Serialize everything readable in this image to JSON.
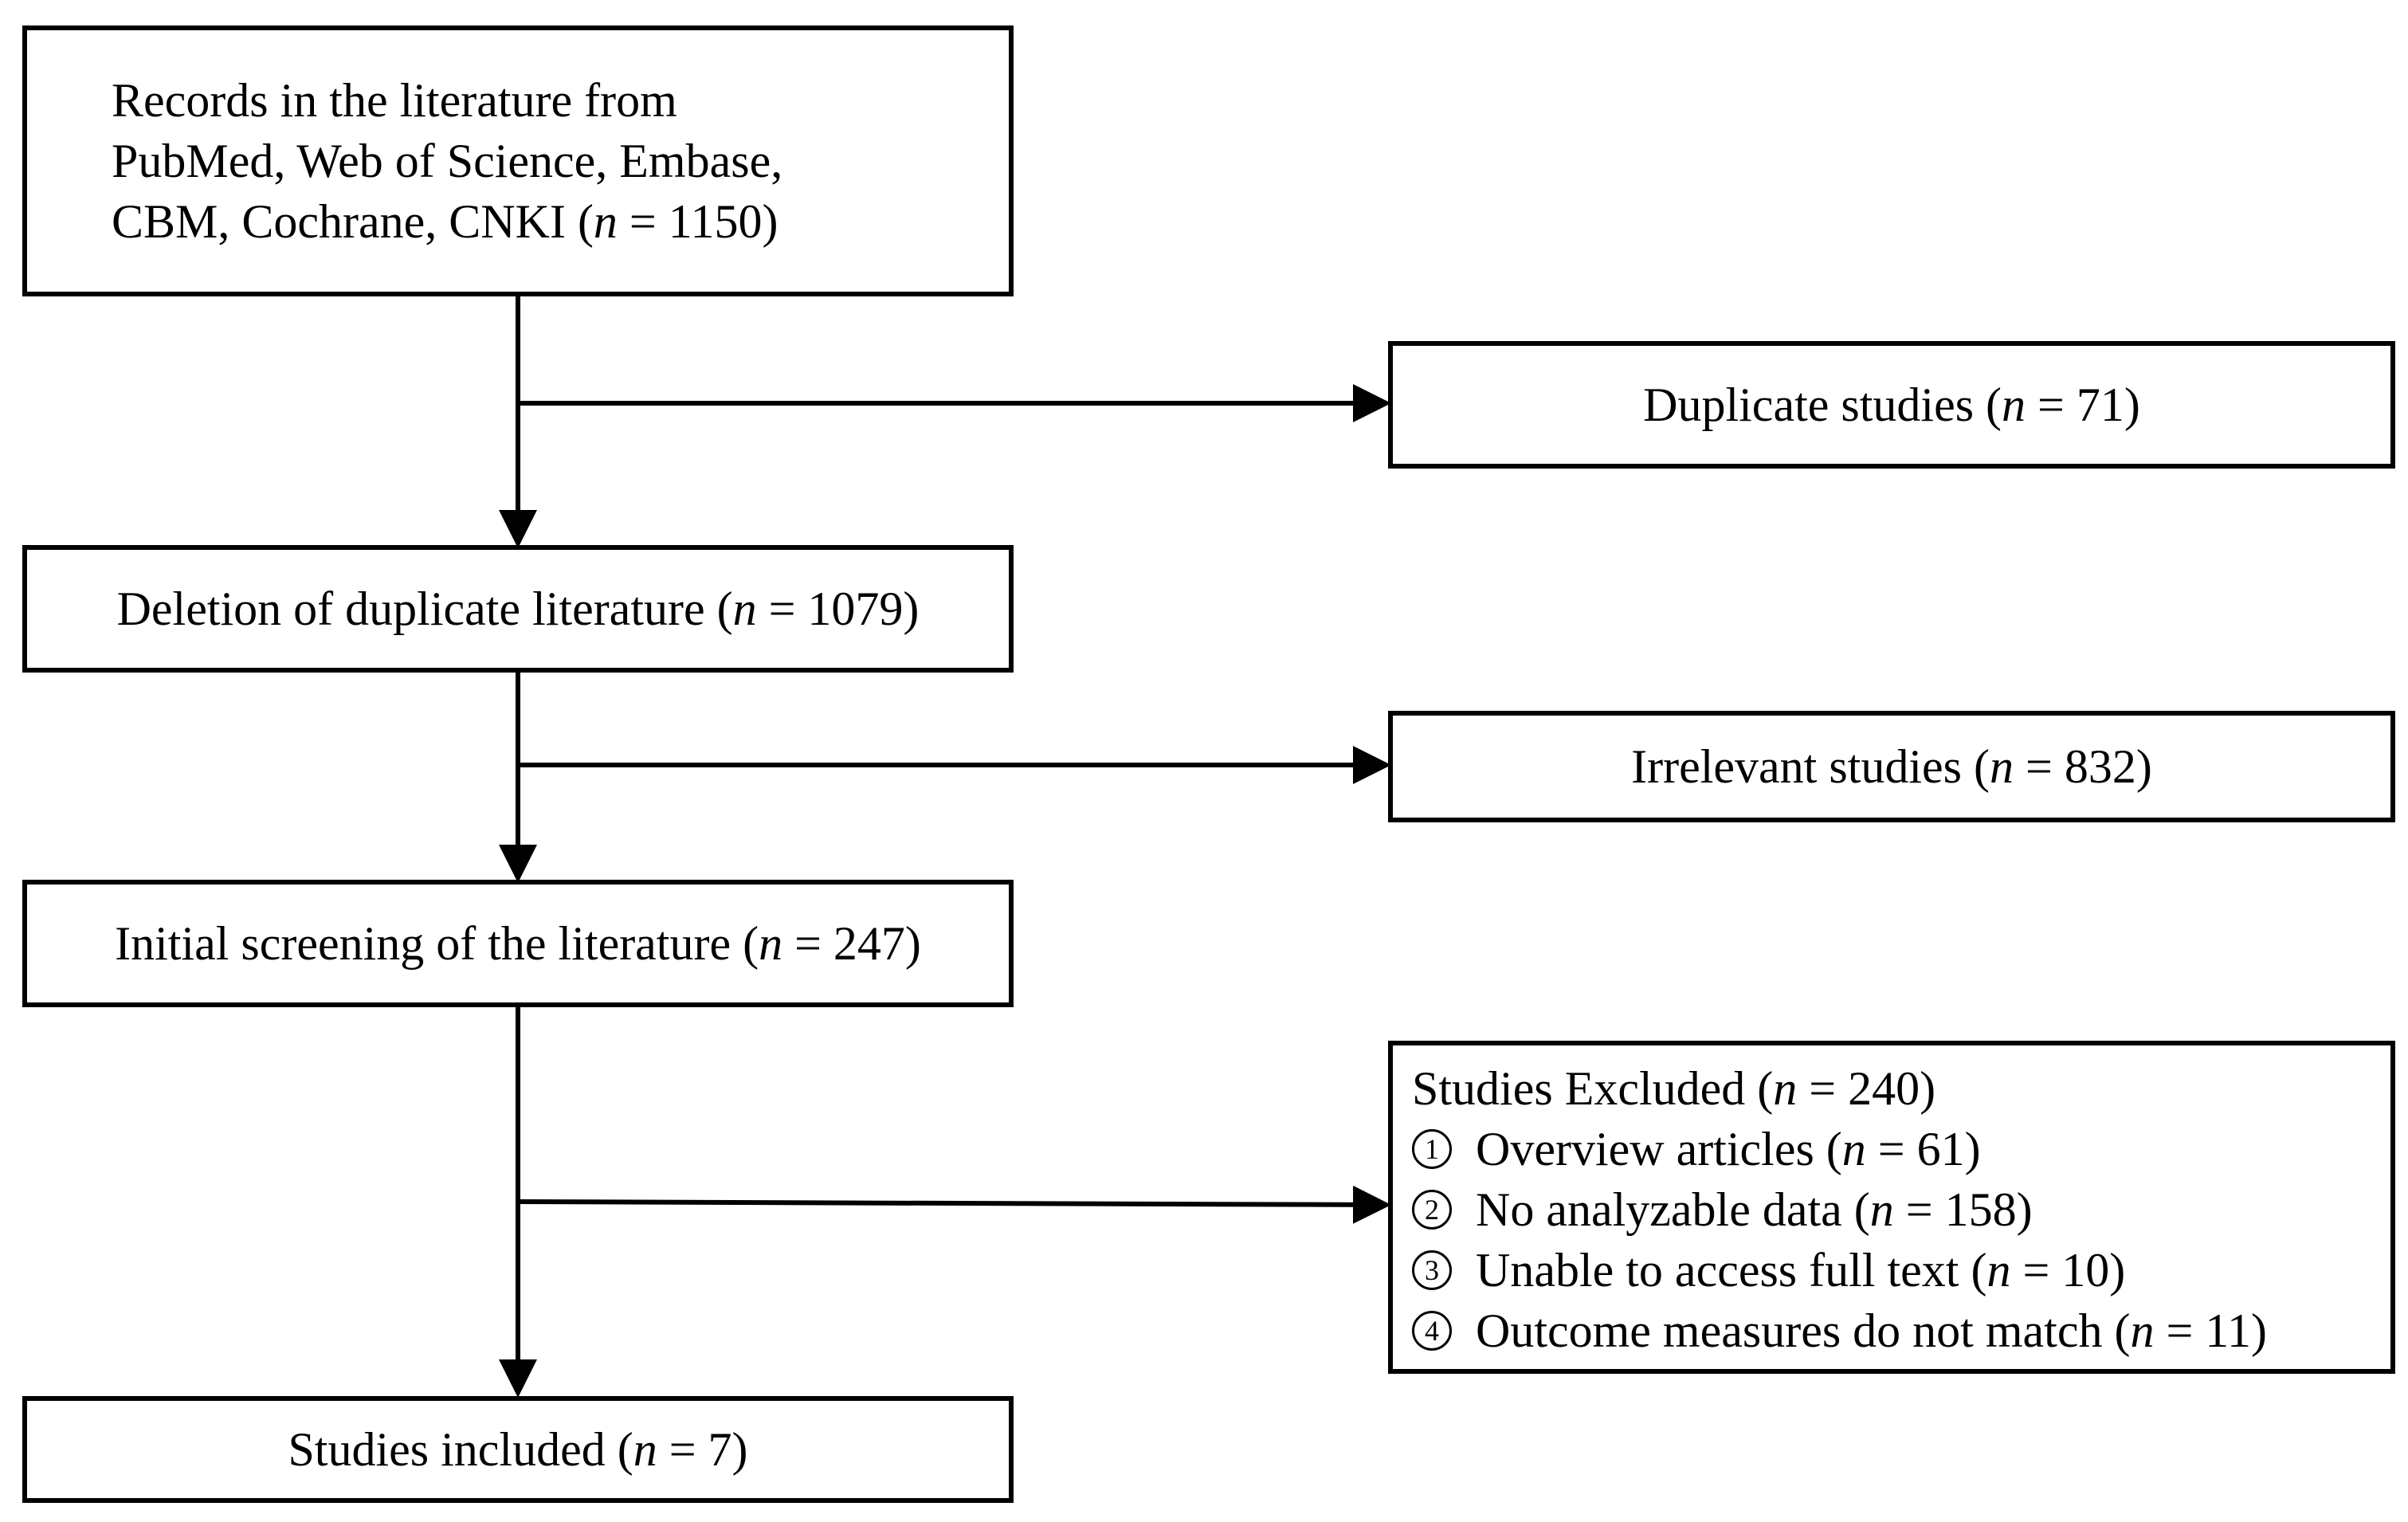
{
  "flowchart": {
    "records": {
      "line1": "Records in the literature from",
      "line2": "PubMed, Web of Science, Embase,",
      "line3_text": "CBM, Cochrane, CNKI (",
      "n_symbol": "n",
      "line3_count": " = 1150)"
    },
    "duplicates": {
      "text": "Duplicate studies (",
      "n_symbol": "n",
      "count": " = 71)"
    },
    "deletion": {
      "text": "Deletion of duplicate literature (",
      "n_symbol": "n",
      "count": " = 1079)"
    },
    "irrelevant": {
      "text": "Irrelevant studies (",
      "n_symbol": "n",
      "count": " = 832)"
    },
    "initial_screening": {
      "text": "Initial screening of the literature (",
      "n_symbol": "n",
      "count": " = 247)"
    },
    "excluded": {
      "title_text": "Studies Excluded (",
      "n_symbol": "n",
      "title_count": " = 240)",
      "items": [
        {
          "marker": "1",
          "text": "Overview articles (",
          "n_symbol": "n",
          "count": " = 61)"
        },
        {
          "marker": "2",
          "text": "No analyzable data (",
          "n_symbol": "n",
          "count": " = 158)"
        },
        {
          "marker": "3",
          "text": "Unable to access full text (",
          "n_symbol": "n",
          "count": " = 10)"
        },
        {
          "marker": "4",
          "text": "Outcome measures do not match (",
          "n_symbol": "n",
          "count": " = 11)"
        }
      ]
    },
    "included": {
      "text": "Studies included (",
      "n_symbol": "n",
      "count": " = 7)"
    }
  }
}
